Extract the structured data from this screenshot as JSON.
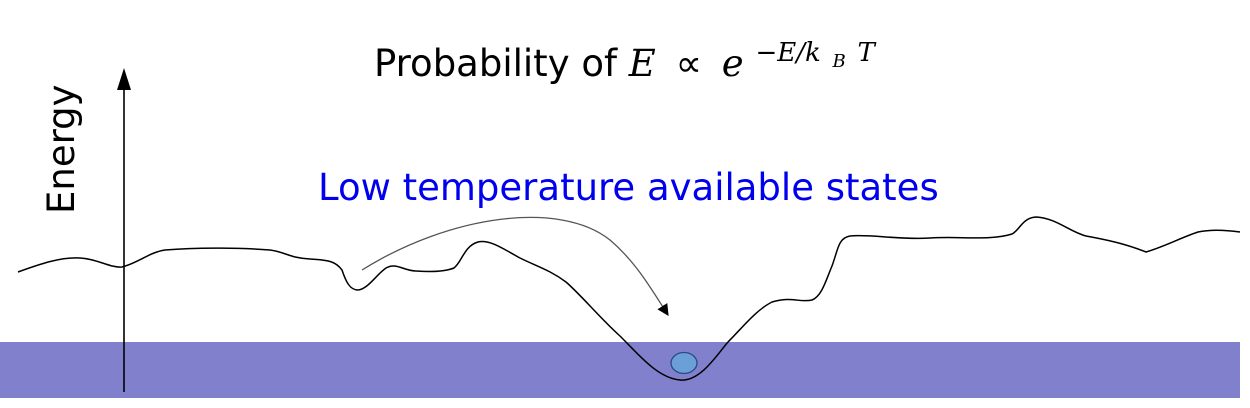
{
  "title": {
    "prefix": "Probability of ",
    "formula_lhs": "E",
    "formula_op": "∝",
    "formula_base": "e",
    "formula_exponent_lead": "−E/k",
    "formula_exponent_sub": "B",
    "formula_exponent_tail": "T"
  },
  "axis": {
    "ylabel": "Energy"
  },
  "annotation": {
    "label": "Low temperature available states"
  },
  "colors": {
    "band": "#8080cc",
    "annotation_text": "#0000ee",
    "curve": "#000000",
    "arrow": "#555555",
    "ball_fill": "#6a9fd8",
    "ball_stroke": "#2a4a80"
  }
}
